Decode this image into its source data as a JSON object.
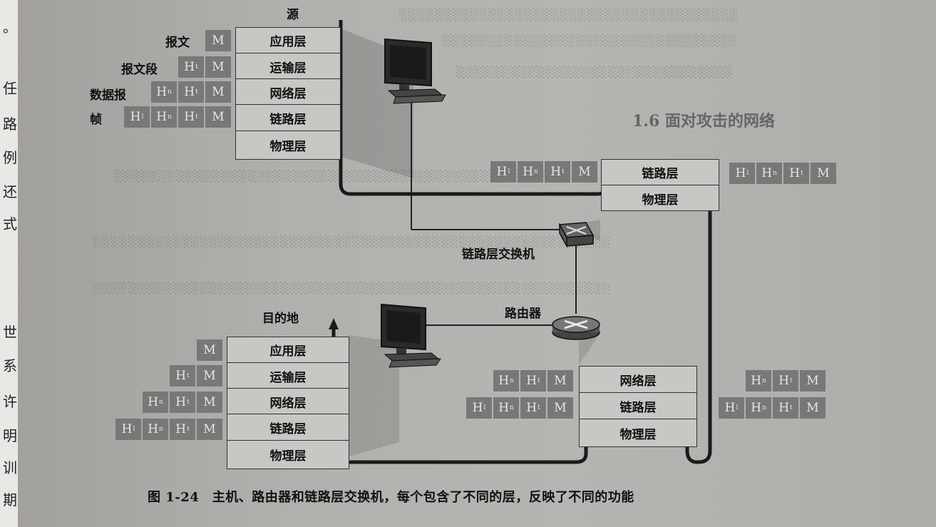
{
  "margin": {
    "chars_top": [
      "。",
      "任",
      "路",
      "例",
      "还",
      "式"
    ],
    "chars_bottom": [
      "世",
      "系",
      "许",
      "明",
      "训",
      "期"
    ]
  },
  "source": {
    "title": "源",
    "layers": [
      "应用层",
      "运输层",
      "网络层",
      "链路层",
      "物理层"
    ],
    "rows": [
      {
        "label": "报文",
        "boxes": [
          {
            "t": "M",
            "s": ""
          }
        ]
      },
      {
        "label": "报文段",
        "boxes": [
          {
            "t": "H",
            "s": "t"
          },
          {
            "t": "M",
            "s": ""
          }
        ]
      },
      {
        "label": "数据报",
        "boxes": [
          {
            "t": "H",
            "s": "n"
          },
          {
            "t": "H",
            "s": "t"
          },
          {
            "t": "M",
            "s": ""
          }
        ]
      },
      {
        "label": "帧",
        "boxes": [
          {
            "t": "H",
            "s": "l"
          },
          {
            "t": "H",
            "s": "n"
          },
          {
            "t": "H",
            "s": "t"
          },
          {
            "t": "M",
            "s": ""
          }
        ]
      }
    ]
  },
  "switch": {
    "label": "链路层交换机",
    "layers": [
      "链路层",
      "物理层"
    ],
    "left_boxes": [
      {
        "t": "H",
        "s": "l"
      },
      {
        "t": "H",
        "s": "n"
      },
      {
        "t": "H",
        "s": "t"
      },
      {
        "t": "M",
        "s": ""
      }
    ],
    "right_boxes": [
      {
        "t": "H",
        "s": "l"
      },
      {
        "t": "H",
        "s": "n"
      },
      {
        "t": "H",
        "s": "t"
      },
      {
        "t": "M",
        "s": ""
      }
    ]
  },
  "router": {
    "label": "路由器",
    "layers": [
      "网络层",
      "链路层",
      "物理层"
    ],
    "left_rows": [
      [
        {
          "t": "H",
          "s": "n"
        },
        {
          "t": "H",
          "s": "t"
        },
        {
          "t": "M",
          "s": ""
        }
      ],
      [
        {
          "t": "H",
          "s": "l"
        },
        {
          "t": "H",
          "s": "n"
        },
        {
          "t": "H",
          "s": "t"
        },
        {
          "t": "M",
          "s": ""
        }
      ]
    ],
    "right_rows": [
      [
        {
          "t": "H",
          "s": "n"
        },
        {
          "t": "H",
          "s": "t"
        },
        {
          "t": "M",
          "s": ""
        }
      ],
      [
        {
          "t": "H",
          "s": "l"
        },
        {
          "t": "H",
          "s": "n"
        },
        {
          "t": "H",
          "s": "t"
        },
        {
          "t": "M",
          "s": ""
        }
      ]
    ]
  },
  "destination": {
    "title": "目的地",
    "layers": [
      "应用层",
      "运输层",
      "网络层",
      "链路层",
      "物理层"
    ],
    "rows": [
      [
        {
          "t": "M",
          "s": ""
        }
      ],
      [
        {
          "t": "H",
          "s": "t"
        },
        {
          "t": "M",
          "s": ""
        }
      ],
      [
        {
          "t": "H",
          "s": "n"
        },
        {
          "t": "H",
          "s": "t"
        },
        {
          "t": "M",
          "s": ""
        }
      ],
      [
        {
          "t": "H",
          "s": "l"
        },
        {
          "t": "H",
          "s": "n"
        },
        {
          "t": "H",
          "s": "t"
        },
        {
          "t": "M",
          "s": ""
        }
      ]
    ]
  },
  "section_heading": "1.6 面对攻击的网络",
  "caption": "图 1-24　主机、路由器和链路层交换机，每个包含了不同的层，反映了不同的功能",
  "colors": {
    "header_box": "#7a7876",
    "path_line": "#1a1a1a",
    "stack_fill": "#c9c7c3"
  }
}
